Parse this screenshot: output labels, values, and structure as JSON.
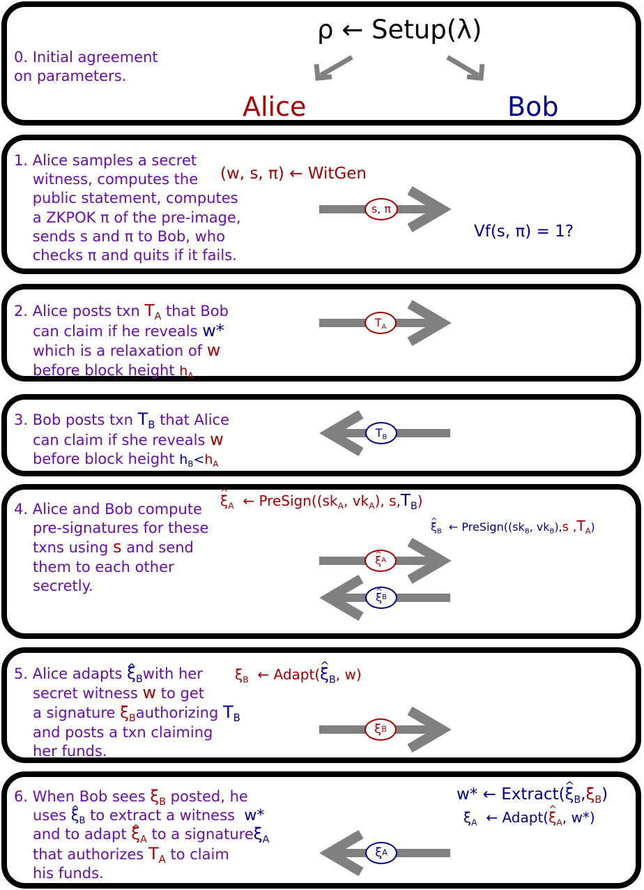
{
  "setup": {
    "formula": "ρ ← Setup(λ)",
    "step_text": "0. Initial agreement\non parameters.",
    "alice": "Alice",
    "bob": "Bob"
  },
  "step1": {
    "text": "1. Alice samples a secret\n    witness, computes the\n    public statement, computes\n    a ZKPOK π of the pre-image,\n    sends s and π to Bob, who\n    checks π and quits if it fails.",
    "witgen": "(w, s, π) ← WitGen",
    "token": "s, π",
    "verify": "Vf(s, π) = 1?"
  },
  "step2": {
    "line1": "2. Alice posts txn",
    "T": "T",
    "A": "A",
    "line1b": "that Bob",
    "line2": "can claim if he reveals",
    "wstar": "w*",
    "line3": "which is a relaxation of",
    "w": "w",
    "line4": "before block height",
    "h": "h"
  },
  "step3": {
    "line1": "3. Bob posts txn",
    "T": "T",
    "B": "B",
    "line1b": "that Alice",
    "line2": "can claim if she reveals",
    "w": "w",
    "line3": "before block height",
    "h": "h",
    "lt": "<",
    "A": "A"
  },
  "step4": {
    "text": "4. Alice and Bob compute\n    pre-signatures for these\n    txns using",
    "s": "s",
    "text2": "and send",
    "text3": "    them to each other\n    secretly.",
    "xi": "ξ",
    "presign_a_pre": "← PreSign((sk",
    "vk": ", vk",
    "presign_a_post": "), s,",
    "paren": ")",
    "presign_b_pre": "← PreSign((sk",
    "presign_b_post": "),",
    "s_small": "s",
    "comma": " ,",
    "A": "A",
    "B": "B",
    "T": "T"
  },
  "step5": {
    "line1": "5. Alice adapts",
    "line1b": "with her",
    "line2": "secret witness",
    "w": "w",
    "line2b": "to get",
    "line3": "a signature",
    "line3b": "authorizing",
    "line4": "and posts a txn claiming",
    "line5": "her funds.",
    "adapt_pre": "← Adapt(",
    "adapt_post": ", w)",
    "xi": "ξ",
    "B": "B",
    "T": "T"
  },
  "step6": {
    "line1": "6. When Bob sees",
    "line1b": "posted, he",
    "line2": "uses",
    "line2b": "to extract a witness",
    "wstar": "w*",
    "line3": "and to adapt",
    "line3b": "to a signature",
    "line4": "that authorizes",
    "line4b": "to claim",
    "line5": "his funds.",
    "extract_pre": "w* ← Extract(",
    "extract_comma": ",",
    "extract_post": ")",
    "adapt_pre": "← Adapt(",
    "adapt_post": ", w*)",
    "xi": "ξ",
    "A": "A",
    "B": "B",
    "T": "T"
  },
  "colors": {
    "alice": "#a40000",
    "bob": "#00008b",
    "text": "#6a0dad",
    "arrow": "#808080",
    "border": "#000000"
  }
}
